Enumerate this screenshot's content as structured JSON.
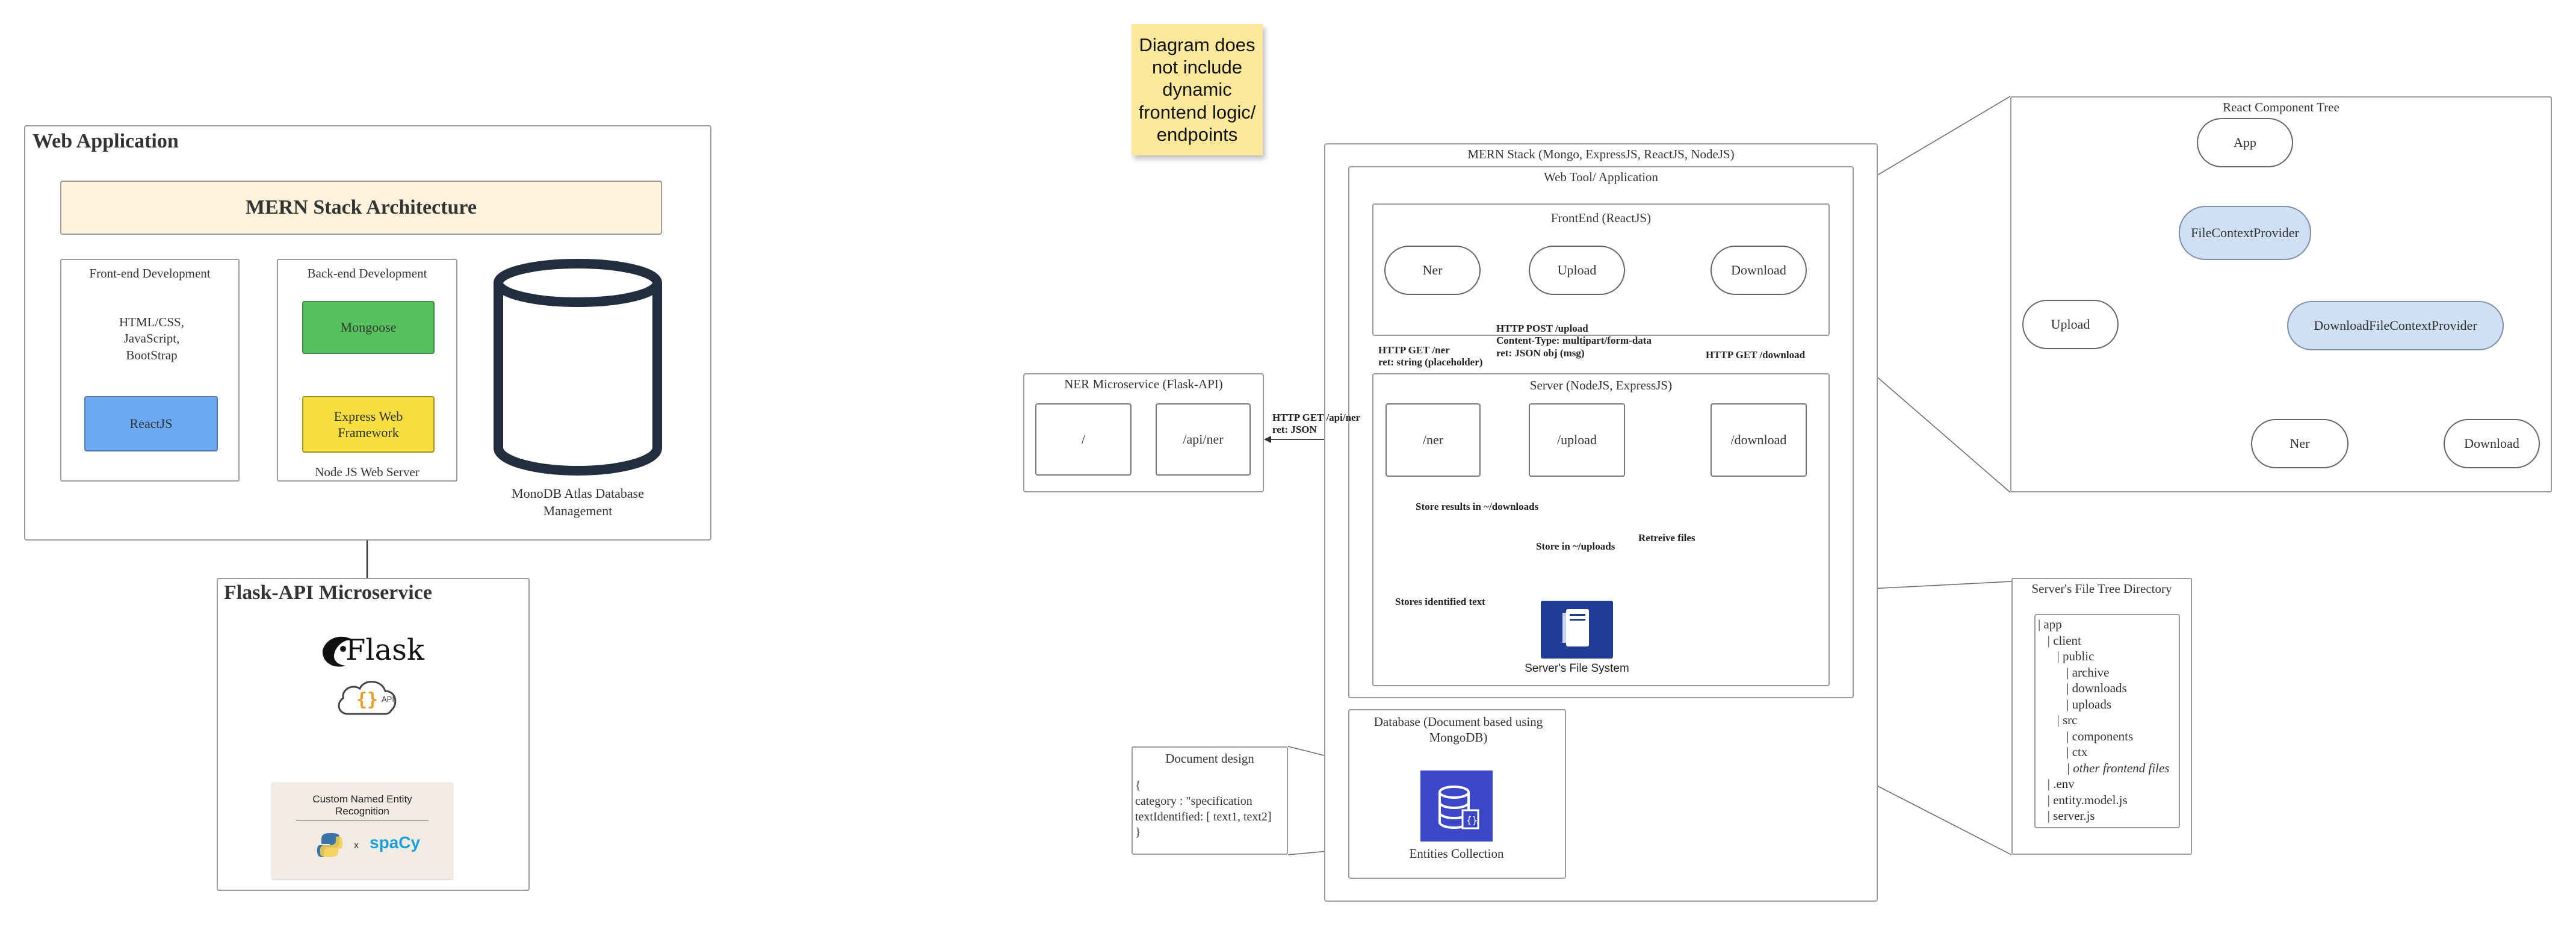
{
  "sticky_note": "Diagram does not include dynamic frontend logic/ endpoints",
  "web_app": {
    "title": "Web Application",
    "arch_title": "MERN Stack Architecture",
    "frontend": {
      "title": "Front-end Development",
      "tech": "HTML/CSS, JavaScript, BootStrap",
      "react": "ReactJS"
    },
    "backend": {
      "title": "Back-end Development",
      "mongoose": "Mongoose",
      "express": "Express Web Framework",
      "footer": "Node JS Web Server"
    },
    "db": {
      "label": "MonoDB Atlas Database Management"
    }
  },
  "flask": {
    "title": "Flask-API Microservice",
    "logo_text": "Flask",
    "api_text": "API",
    "ner_card": "Custom Named Entity Recognition",
    "x": "x",
    "spacy": "spaCy"
  },
  "ner_micro": {
    "title": "NER Microservice (Flask-API)",
    "root": "/",
    "api": "/api/ner"
  },
  "mern_outer": {
    "title": "MERN Stack (Mongo, ExpressJS, ReactJS, NodeJS)"
  },
  "webtool": {
    "title": "Web Tool/ Application"
  },
  "frontend_box": {
    "title": "FrontEnd (ReactJS)",
    "ner": "Ner",
    "upload": "Upload",
    "download": "Download"
  },
  "server_box": {
    "title": "Server (NodeJS, ExpressJS)",
    "ner": "/ner",
    "upload": "/upload",
    "download": "/download",
    "fs_label": "Server's File System"
  },
  "edge_labels": {
    "get_ner": "HTTP GET /ner\nret: string (placeholder)",
    "post_upload": "HTTP POST /upload\nContent-Type: multipart/form-data\nret: JSON obj (msg)",
    "get_download": "HTTP GET /download",
    "api_ner": "HTTP GET /api/ner\nret: JSON",
    "store_results": "Store results in ~/downloads",
    "store_uploads": "Store in ~/uploads",
    "retrieve": "Retreive files",
    "stores_text": "Stores identified text"
  },
  "database_box": {
    "title": "Database (Document based using MongoDB)",
    "collection": "Entities Collection"
  },
  "doc_design": {
    "title": "Document design",
    "lines": [
      "{",
      "category : \"specification",
      "textIdentified: [ text1, text2]",
      "}"
    ]
  },
  "react_tree": {
    "title": "React Component Tree",
    "app": "App",
    "fcp": "FileContextProvider",
    "upload": "Upload",
    "dfcp": "DownloadFileContextProvider",
    "ner": "Ner",
    "download": "Download"
  },
  "file_tree": {
    "title": "Server's File Tree Directory",
    "lines": [
      "| app",
      "   | client",
      "      | public",
      "         | archive",
      "         | downloads",
      "         | uploads",
      "      | src",
      "         | components",
      "         | ctx",
      "         | other frontend files",
      "   | .env",
      "   | entity.model.js",
      "   | server.js"
    ]
  },
  "colors": {
    "react": "#6aaaf5",
    "mongoose": "#57c25d",
    "express": "#f7df3f",
    "arch_bg": "#fdf3dc",
    "sticky": "#fde99c",
    "aws_blue": "#1f3b97"
  }
}
